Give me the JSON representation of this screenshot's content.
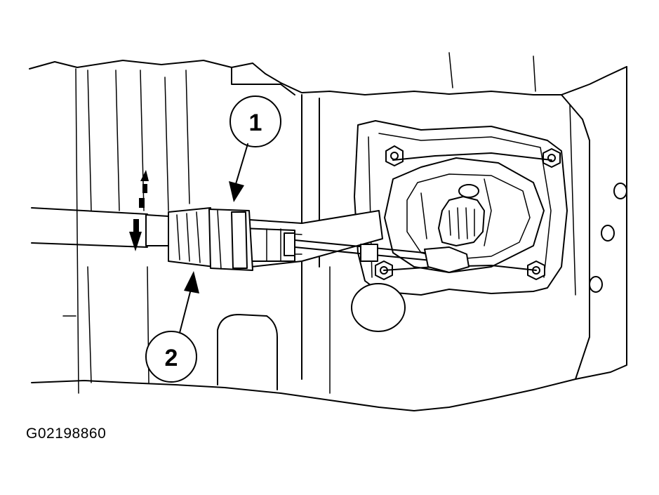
{
  "figure": {
    "code": "G02198860"
  },
  "callouts": [
    {
      "label": "1"
    },
    {
      "label": "2"
    }
  ]
}
